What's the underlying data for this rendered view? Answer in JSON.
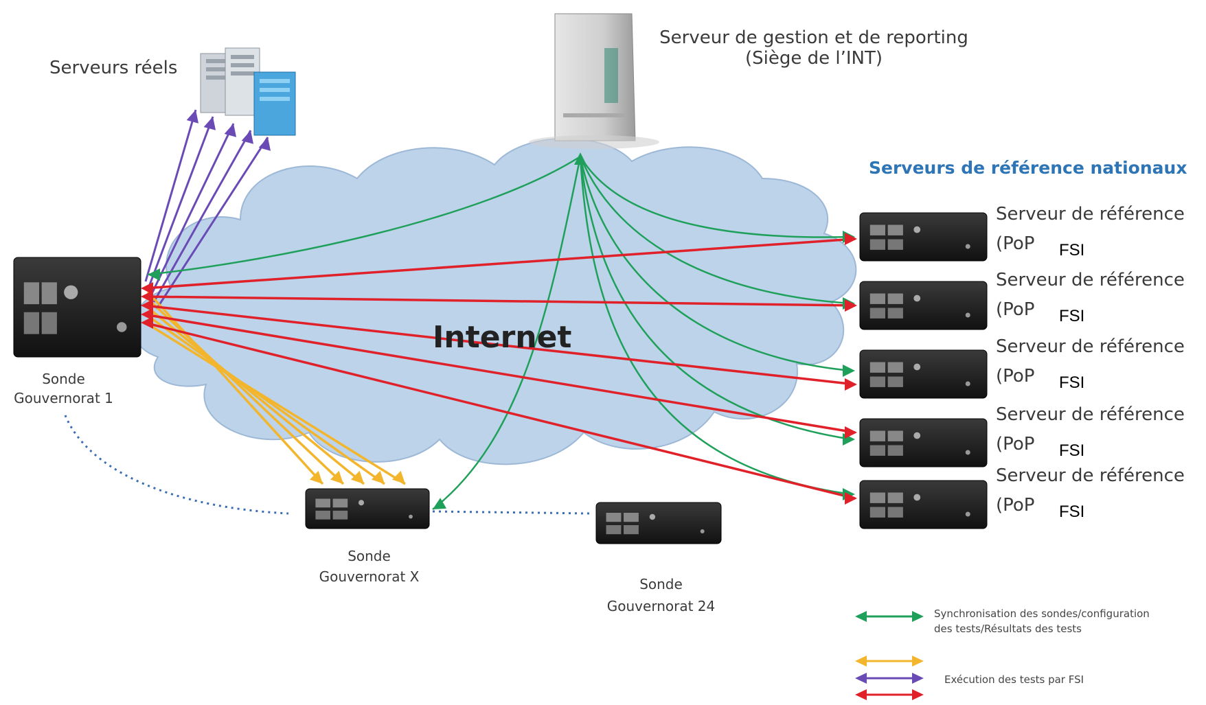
{
  "labels": {
    "serveurs_reels": "Serveurs réels",
    "gestion_line1": "Serveur de gestion et de reporting",
    "gestion_line2": "(Siège de l’INT)",
    "ref_nationaux": "Serveurs de référence nationaux",
    "internet": "Internet",
    "sonde1_line1": "Sonde",
    "sonde1_line2": "Gouvernorat 1",
    "sondeX_line1": "Sonde",
    "sondeX_line2": "Gouvernorat X",
    "sonde24_line1": "Sonde",
    "sonde24_line2": "Gouvernorat 24"
  },
  "reference_servers": [
    {
      "title": "Serveur de référence",
      "pop": "(PoP",
      "fsi": "FSI"
    },
    {
      "title": "Serveur de référence",
      "pop": "(PoP",
      "fsi": "FSI"
    },
    {
      "title": "Serveur de référence",
      "pop": "(PoP",
      "fsi": "FSI"
    },
    {
      "title": "Serveur de référence",
      "pop": "(PoP",
      "fsi": "FSI"
    },
    {
      "title": "Serveur de référence",
      "pop": "(PoP",
      "fsi": "FSI"
    }
  ],
  "legend": {
    "sync_line1": "Synchronisation des sondes/configuration",
    "sync_line2": "des tests/Résultats des tests",
    "exec": "Exécution des tests par FSI"
  },
  "colors": {
    "green": "#1fa05a",
    "red": "#e0212a",
    "yellow": "#f2b52c",
    "purple": "#6a4bb6",
    "cloud": "#bcd3ea",
    "cloud_edge": "#9db8d6",
    "ref_heading": "#2e75b6"
  }
}
